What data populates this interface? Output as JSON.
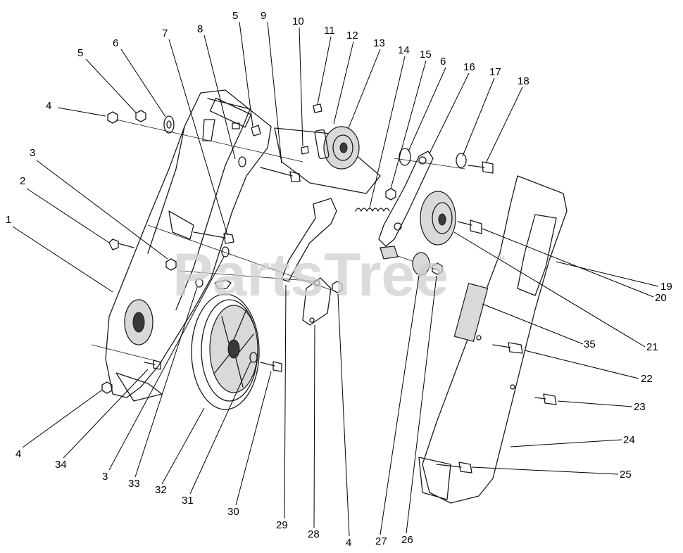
{
  "watermark": {
    "text": "PartsTree",
    "trademark": "TM"
  },
  "callouts": [
    {
      "num": "1"
    },
    {
      "num": "2"
    },
    {
      "num": "3"
    },
    {
      "num": "4"
    },
    {
      "num": "5"
    },
    {
      "num": "6"
    },
    {
      "num": "7"
    },
    {
      "num": "8"
    },
    {
      "num": "5"
    },
    {
      "num": "9"
    },
    {
      "num": "10"
    },
    {
      "num": "11"
    },
    {
      "num": "12"
    },
    {
      "num": "13"
    },
    {
      "num": "14"
    },
    {
      "num": "15"
    },
    {
      "num": "6"
    },
    {
      "num": "16"
    },
    {
      "num": "17"
    },
    {
      "num": "18"
    },
    {
      "num": "19"
    },
    {
      "num": "20"
    },
    {
      "num": "35"
    },
    {
      "num": "21"
    },
    {
      "num": "22"
    },
    {
      "num": "23"
    },
    {
      "num": "24"
    },
    {
      "num": "25"
    },
    {
      "num": "26"
    },
    {
      "num": "27"
    },
    {
      "num": "4"
    },
    {
      "num": "28"
    },
    {
      "num": "29"
    },
    {
      "num": "30"
    },
    {
      "num": "31"
    },
    {
      "num": "32"
    },
    {
      "num": "33"
    },
    {
      "num": "3"
    },
    {
      "num": "34"
    },
    {
      "num": "4"
    }
  ]
}
